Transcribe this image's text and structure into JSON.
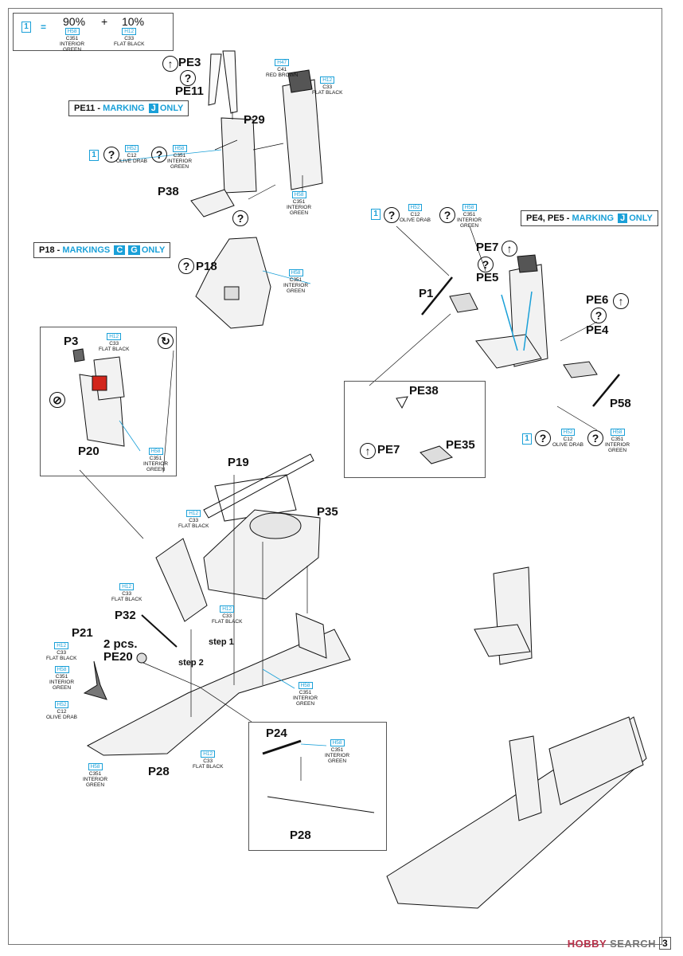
{
  "mix_legend": {
    "step_number": "1",
    "equals": "=",
    "part1_percent": "90%",
    "plus": "+",
    "part2_percent": "10%",
    "paint1": {
      "h": "H58",
      "c": "C351",
      "name_line1": "INTERIOR",
      "name_line2": "GREEN"
    },
    "paint2": {
      "h": "H12",
      "c": "C33",
      "name_line1": "FLAT BLACK",
      "name_line2": ""
    }
  },
  "marking_notes": {
    "pe11": {
      "prefix": "PE11 - ",
      "word": "MARKING",
      "letter": "J",
      "suffix": "ONLY"
    },
    "p18": {
      "prefix": "P18 - ",
      "word": "MARKINGS",
      "letter1": "C",
      "letter2": "G",
      "suffix": "ONLY"
    },
    "pe4pe5": {
      "prefix": "PE4, PE5 - ",
      "word": "MARKING",
      "letter": "J",
      "suffix": "ONLY"
    }
  },
  "symbols": {
    "question": "?",
    "arrow_up": "↑",
    "rotate": "↻",
    "slash": "⊘"
  },
  "parts": {
    "pe3": "PE3",
    "pe11": "PE11",
    "p29": "P29",
    "p38": "P38",
    "p18": "P18",
    "p3": "P3",
    "p20": "P20",
    "p1": "P1",
    "pe5": "PE5",
    "pe7_top": "PE7",
    "pe6": "PE6",
    "pe4": "PE4",
    "p58": "P58",
    "pe38": "PE38",
    "pe35": "PE35",
    "pe7_detail": "PE7",
    "p19": "P19",
    "p35": "P35",
    "p32": "P32",
    "p21": "P21",
    "pe20_qty": "2 pcs.",
    "pe20": "PE20",
    "p28_main": "P28",
    "p24": "P24",
    "p28_detail": "P28",
    "step1": "step 1",
    "step2": "step 2"
  },
  "paints": {
    "red_brown": {
      "h": "H47",
      "c": "C41",
      "name": "RED BROWN"
    },
    "seat_black": {
      "h": "H12",
      "c": "C33",
      "name": "FLAT BLACK"
    },
    "p29_green": {
      "h": "H58",
      "c": "C351",
      "name1": "INTERIOR",
      "name2": "GREEN"
    },
    "back_green": {
      "h": "H58",
      "c": "C351",
      "name1": "INTERIOR",
      "name2": "GREEN"
    },
    "olive_drab_left": {
      "h": "H52",
      "c": "C12",
      "name": "OLIVE DRAB"
    },
    "p18_green": {
      "h": "H58",
      "c": "C351",
      "name1": "INTERIOR",
      "name2": "GREEN"
    },
    "p3_black": {
      "h": "H12",
      "c": "C33",
      "name": "FLAT BLACK"
    },
    "p20_green": {
      "h": "H58",
      "c": "C351",
      "name1": "INTERIOR",
      "name2": "GREEN"
    },
    "right_top_olive": {
      "h": "H52",
      "c": "C12",
      "name": "OLIVE DRAB"
    },
    "right_top_green": {
      "h": "H58",
      "c": "C351",
      "name1": "INTERIOR",
      "name2": "GREEN"
    },
    "right_bot_olive": {
      "h": "H52",
      "c": "C12",
      "name": "OLIVE DRAB"
    },
    "right_bot_green": {
      "h": "H58",
      "c": "C351",
      "name1": "INTERIOR",
      "name2": "GREEN"
    },
    "p19_black": {
      "h": "H12",
      "c": "C33",
      "name": "FLAT BLACK"
    },
    "p32_black": {
      "h": "H12",
      "c": "C33",
      "name": "FLAT BLACK"
    },
    "p35_black": {
      "h": "H12",
      "c": "C33",
      "name": "FLAT BLACK"
    },
    "p21_black": {
      "h": "H12",
      "c": "C33",
      "name": "FLAT BLACK"
    },
    "p21_green": {
      "h": "H58",
      "c": "C351",
      "name1": "INTERIOR",
      "name2": "GREEN"
    },
    "p21_olive": {
      "h": "H52",
      "c": "C12",
      "name": "OLIVE DRAB"
    },
    "floor_green": {
      "h": "H58",
      "c": "C351",
      "name1": "INTERIOR",
      "name2": "GREEN"
    },
    "p28_green": {
      "h": "H58",
      "c": "C351",
      "name1": "INTERIOR",
      "name2": "GREEN"
    },
    "p28_black": {
      "h": "H12",
      "c": "C33",
      "name": "FLAT BLACK"
    },
    "p24_green": {
      "h": "H58",
      "c": "C351",
      "name1": "INTERIOR",
      "name2": "GREEN"
    }
  },
  "steps": {
    "right_top": "1",
    "right_bottom": "1",
    "left_olive": "1"
  },
  "page_number": "3",
  "watermark": {
    "part1": "HOBBY",
    "part2": "SEARCH"
  },
  "colors": {
    "accent": "#1aa0d8",
    "red_part": "#d2261c",
    "line": "#111111",
    "gray": "#e6e6e6"
  }
}
